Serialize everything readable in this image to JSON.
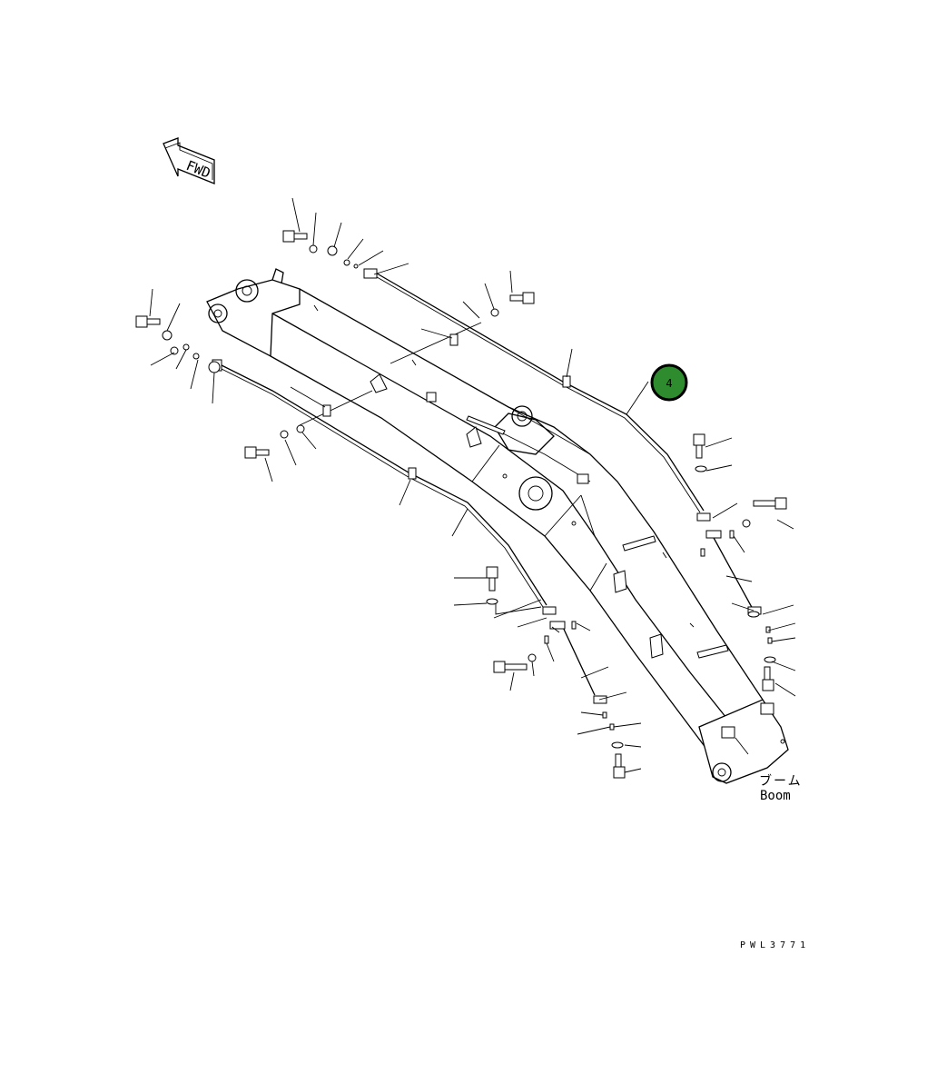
{
  "fwd_label": "FWD",
  "callout": {
    "number": "4",
    "color": "#2e8b2e"
  },
  "part_label": {
    "japanese": "ブーム",
    "english": "Boom"
  },
  "drawing_code": "PWL3771",
  "icons": {
    "direction": "fwd-arrow-icon"
  }
}
